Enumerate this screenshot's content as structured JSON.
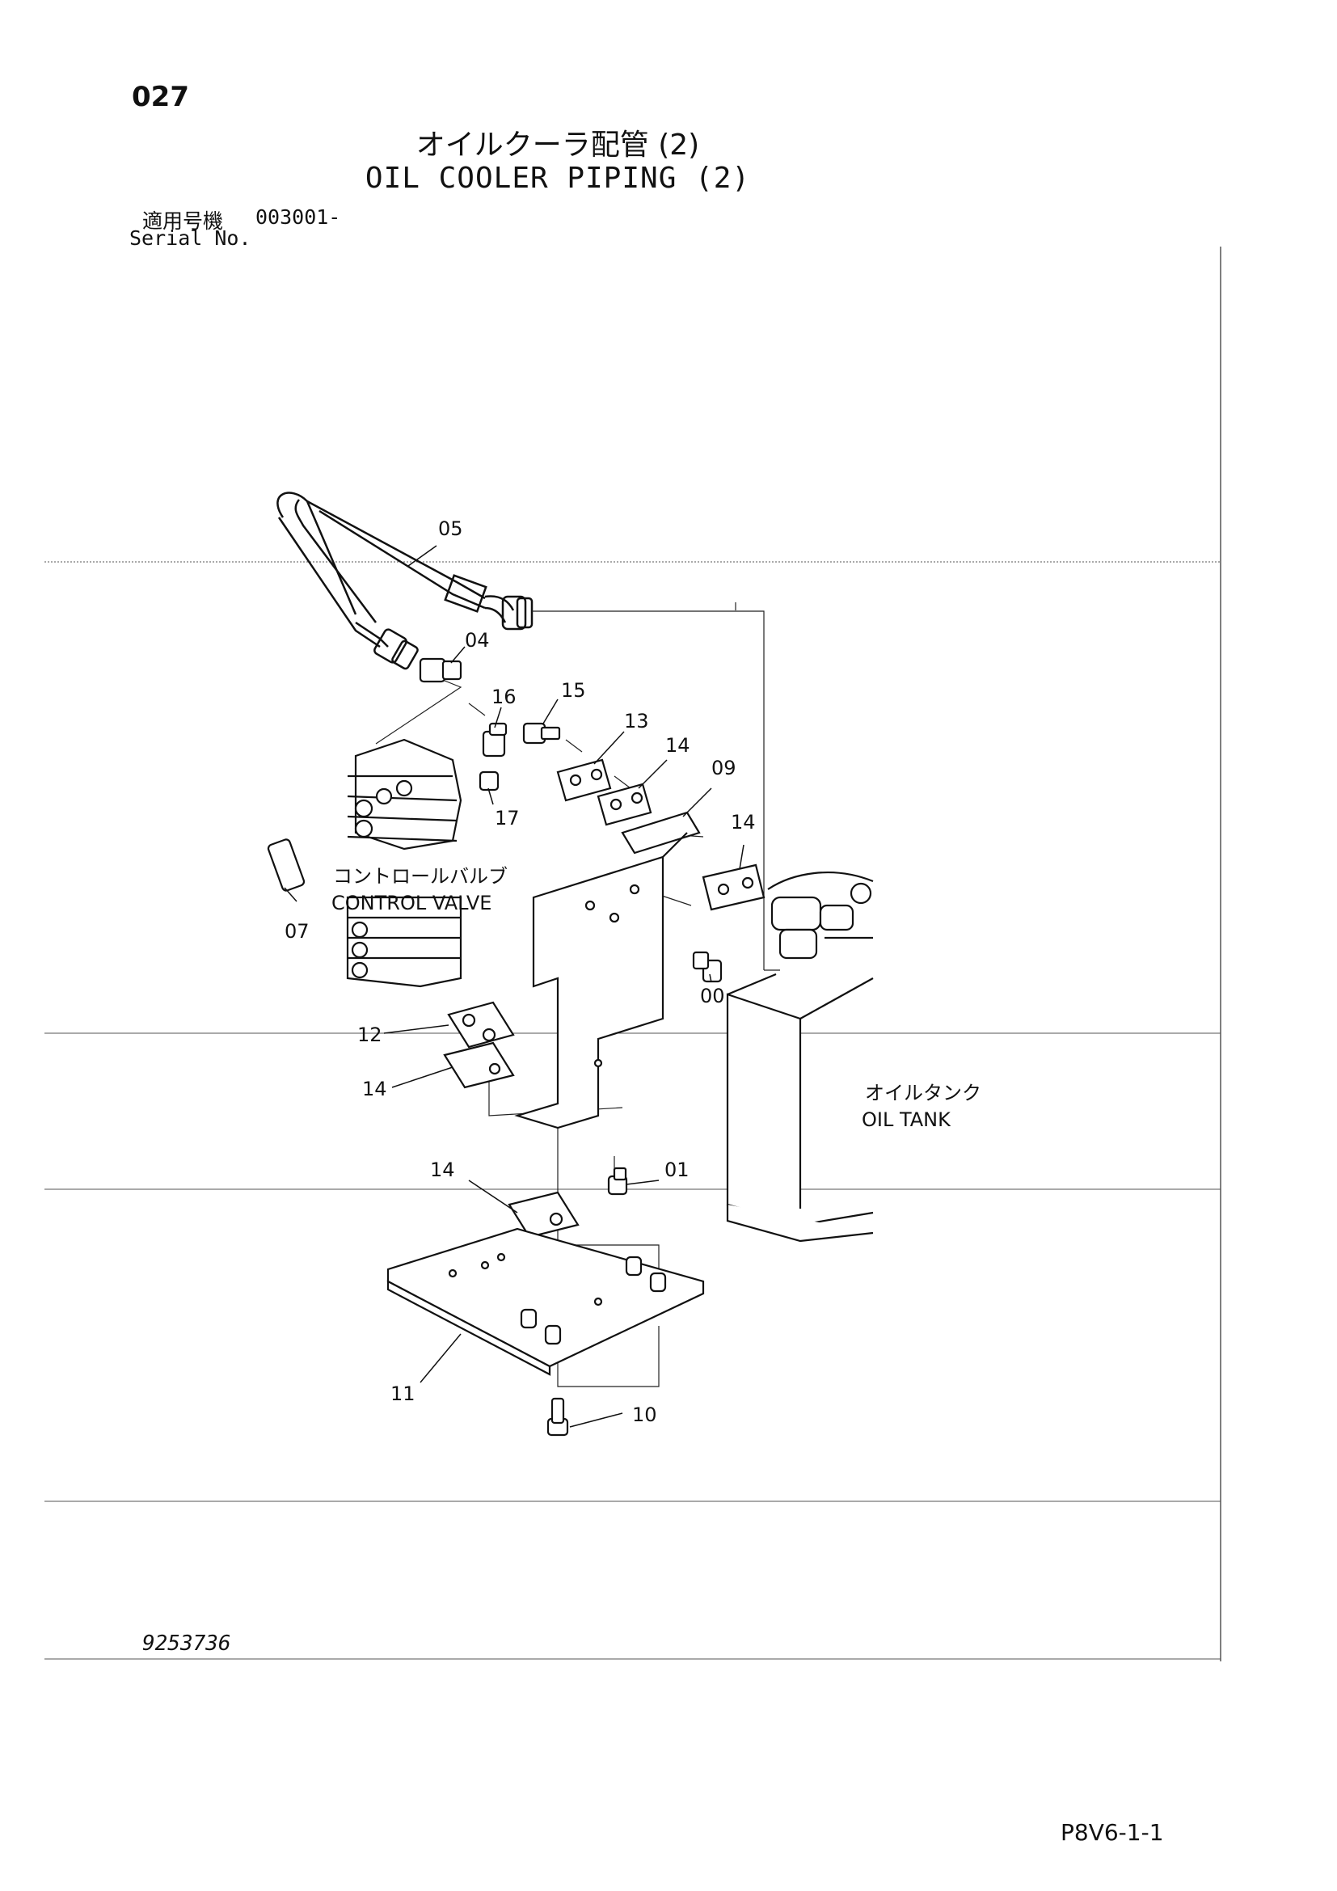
{
  "header": {
    "page_number": "027",
    "title_ja": "オイルクーラ配管 (2)",
    "title_en": "OIL COOLER PIPING (2)",
    "serial_label_ja": "適用号機",
    "serial_value": "003001-",
    "serial_label_en": "Serial No."
  },
  "callouts": {
    "p05": "05",
    "p04": "04",
    "p16": "16",
    "p15": "15",
    "p13": "13",
    "p14a": "14",
    "p09": "09",
    "p14b": "14",
    "p17": "17",
    "p07": "07",
    "p00": "00",
    "p12": "12",
    "p14c": "14",
    "p14d": "14",
    "p01": "01",
    "p11": "11",
    "p10": "10"
  },
  "captions": {
    "control_valve_ja": "コントロールバルブ",
    "control_valve_en": "CONTROL VALVE",
    "oil_tank_ja": "オイルタンク",
    "oil_tank_en": "OIL TANK"
  },
  "footer": {
    "drawing_number": "9253736",
    "page_code": "P8V6-1-1"
  }
}
